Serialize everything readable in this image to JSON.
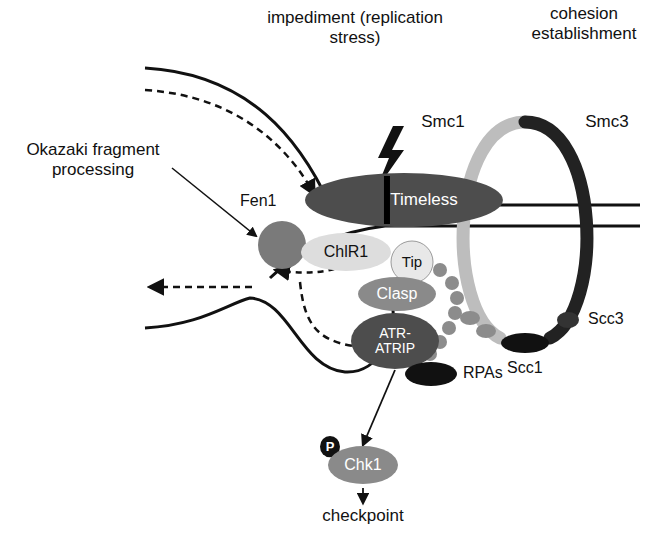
{
  "diagram": {
    "nodes": [
      {
        "text": [
          "Timeless"
        ]
      },
      {
        "text": [
          "Fen1"
        ]
      },
      {
        "text": [
          "ChlR1"
        ]
      },
      {
        "text": [
          "Tip"
        ]
      },
      {
        "text": [
          "Clasp"
        ]
      },
      {
        "text": [
          "ATR-ATRIP"
        ]
      },
      {
        "text": [
          "RPAs"
        ]
      },
      {
        "text": [
          "Scc3"
        ]
      },
      {
        "text": [
          "Scc1"
        ]
      },
      {
        "text": [
          "P"
        ]
      },
      {
        "text": [
          "Chk1"
        ]
      }
    ],
    "edges": [
      {
        "from": 5,
        "to": 10,
        "arrow": "to"
      }
    ],
    "labels": [
      "impediment (replication stress)",
      "cohesion establishment",
      "Okazaki fragment processing",
      "Smc1",
      "Smc3",
      "checkpoint"
    ]
  }
}
